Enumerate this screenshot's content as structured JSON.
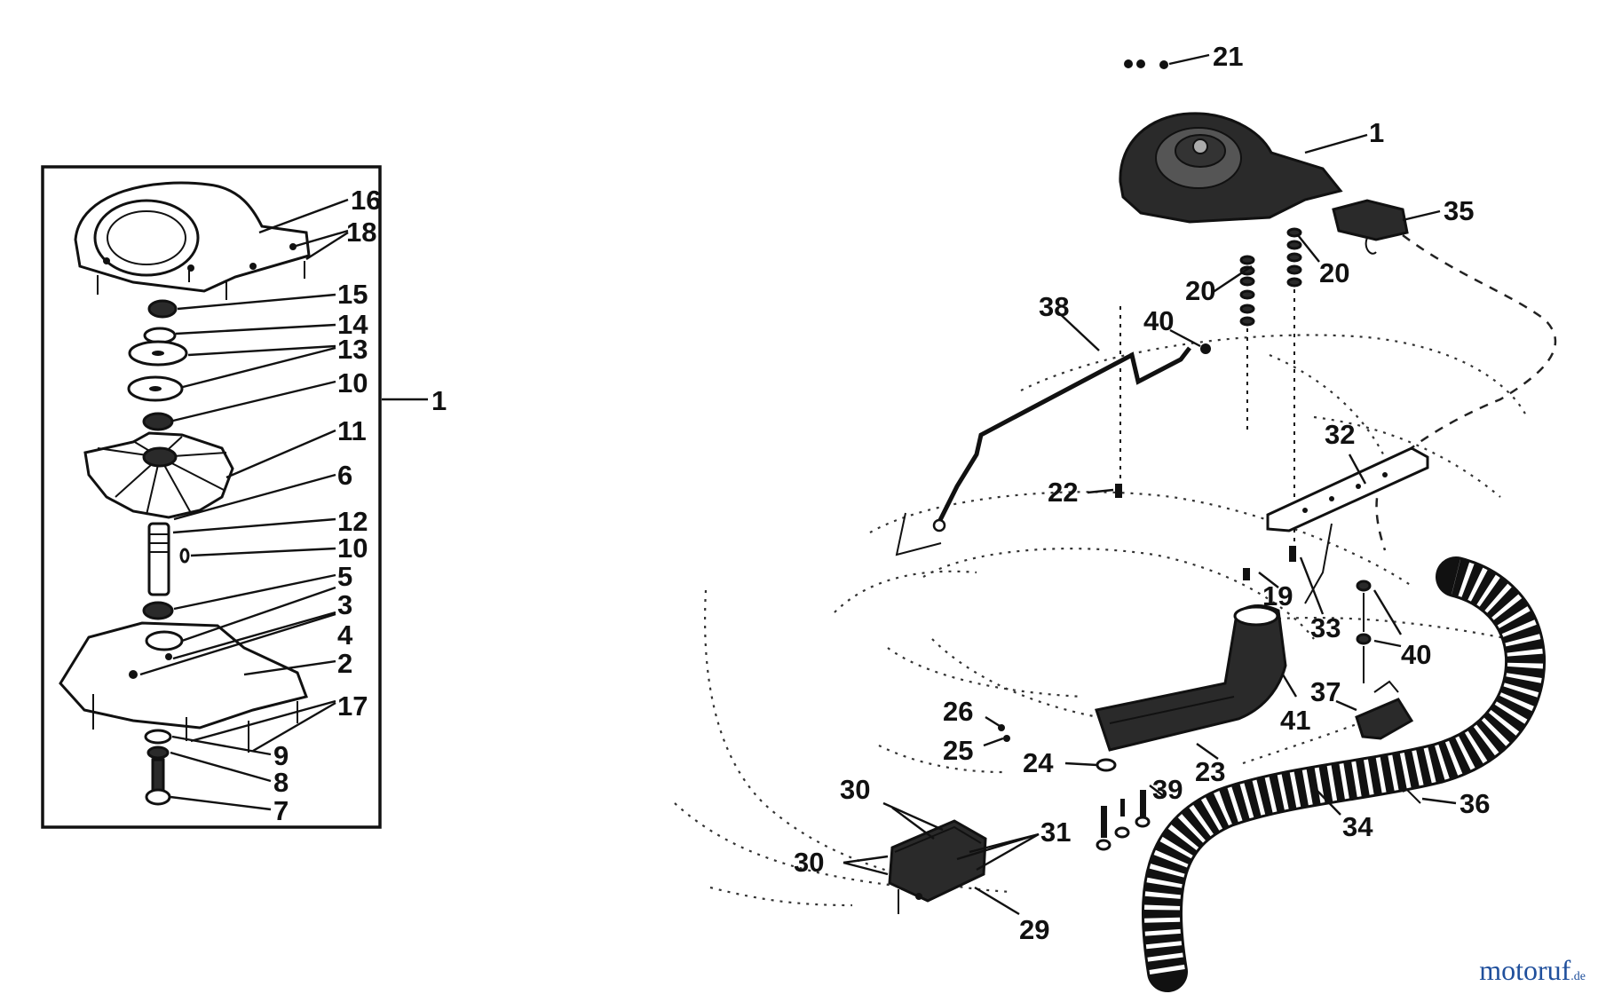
{
  "callouts": {
    "c16": "16",
    "c18": "18",
    "c15": "15",
    "c14": "14",
    "c13": "13",
    "c10a": "10",
    "c1a": "1",
    "c11": "11",
    "c6": "6",
    "c12": "12",
    "c10b": "10",
    "c5": "5",
    "c3": "3",
    "c4": "4",
    "c2": "2",
    "c17": "17",
    "c9": "9",
    "c8": "8",
    "c7": "7",
    "c21": "21",
    "c1b": "1",
    "c35": "35",
    "c20a": "20",
    "c20b": "20",
    "c38": "38",
    "c40a": "40",
    "c32": "32",
    "c22": "22",
    "c19": "19",
    "c33": "33",
    "c40b": "40",
    "c41": "41",
    "c37": "37",
    "c26": "26",
    "c25": "25",
    "c24": "24",
    "c23": "23",
    "c39": "39",
    "c36": "36",
    "c30a": "30",
    "c31": "31",
    "c30b": "30",
    "c34": "34",
    "c29": "29"
  },
  "watermark": {
    "brand": "motoruf",
    "tld": ".de"
  },
  "colors": {
    "ink": "#111111",
    "watermark": "#1f4f9c",
    "background": "#ffffff"
  }
}
